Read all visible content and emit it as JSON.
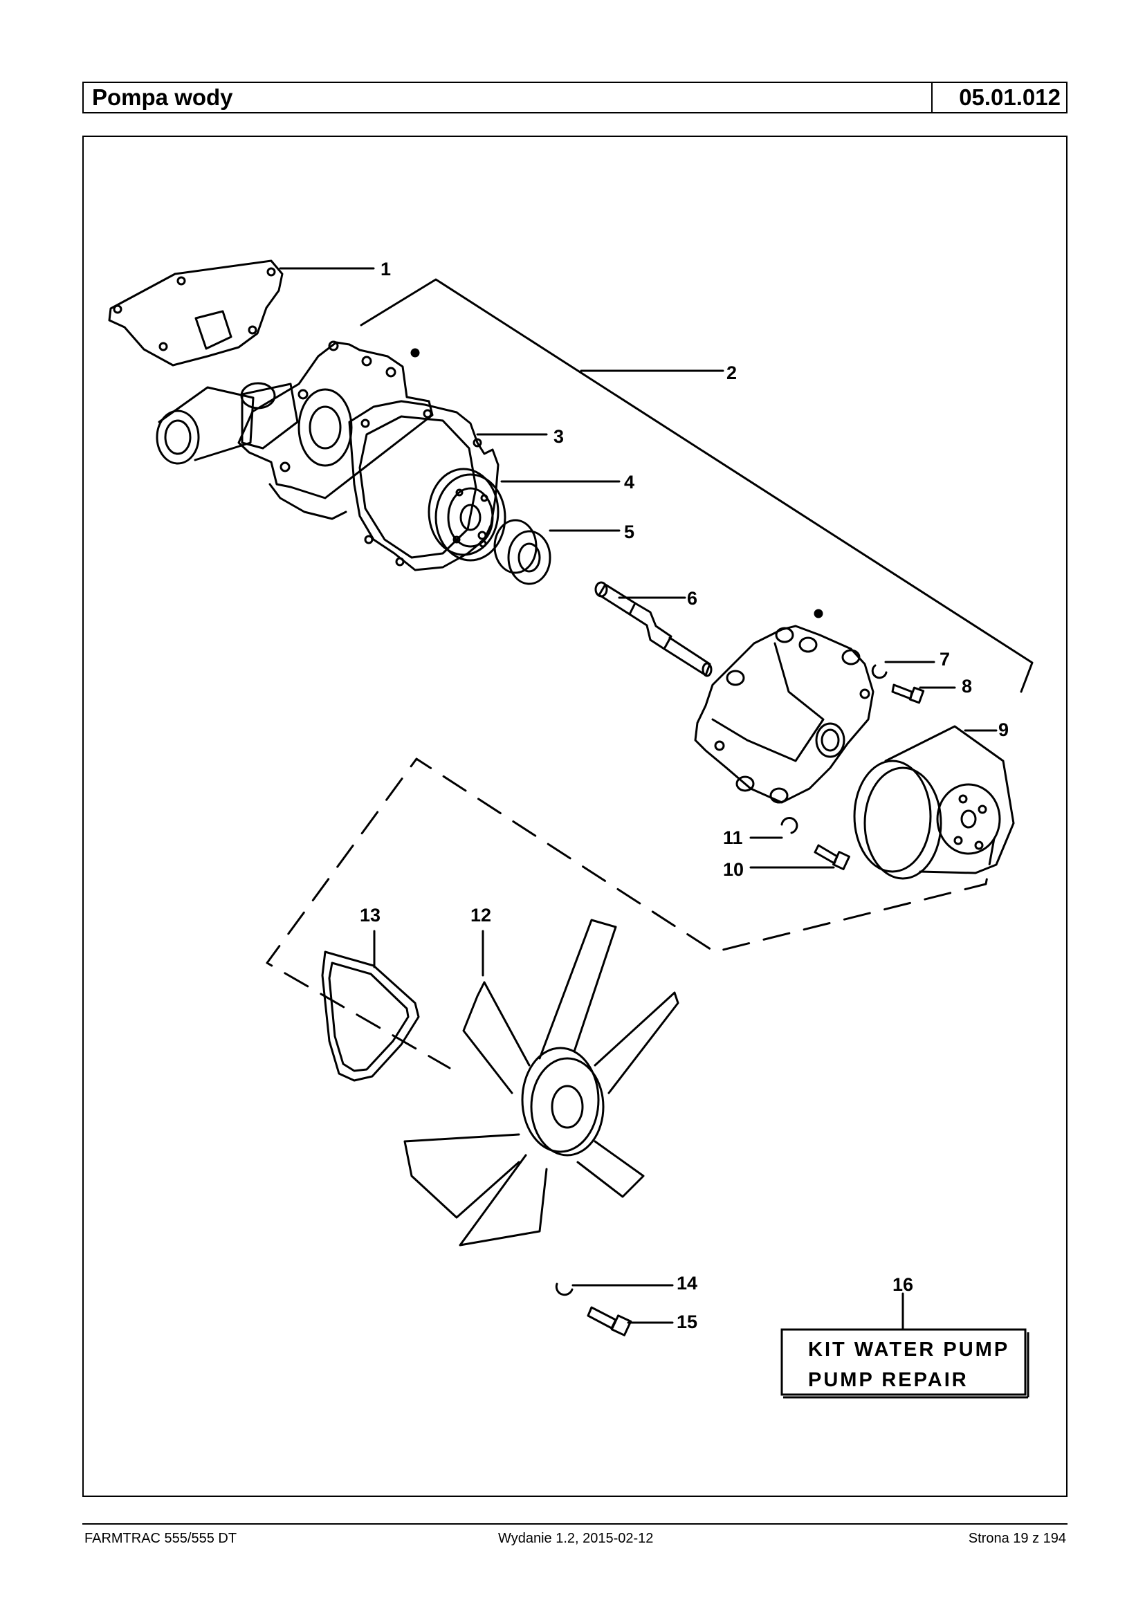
{
  "header": {
    "title": "Pompa wody",
    "code": "05.01.012"
  },
  "callouts": {
    "c1": "1",
    "c2": "2",
    "c3": "3",
    "c4": "4",
    "c5": "5",
    "c6": "6",
    "c7": "7",
    "c8": "8",
    "c9": "9",
    "c10": "10",
    "c11": "11",
    "c12": "12",
    "c13": "13",
    "c14": "14",
    "c15": "15",
    "c16": "16"
  },
  "kit": {
    "line1": "KIT WATER PUMP",
    "line2": "PUMP REPAIR"
  },
  "footer": {
    "left": "FARMTRAC 555/555 DT",
    "center": "Wydanie 1.2,  2015-02-12",
    "right": "Strona 19 z 194"
  }
}
